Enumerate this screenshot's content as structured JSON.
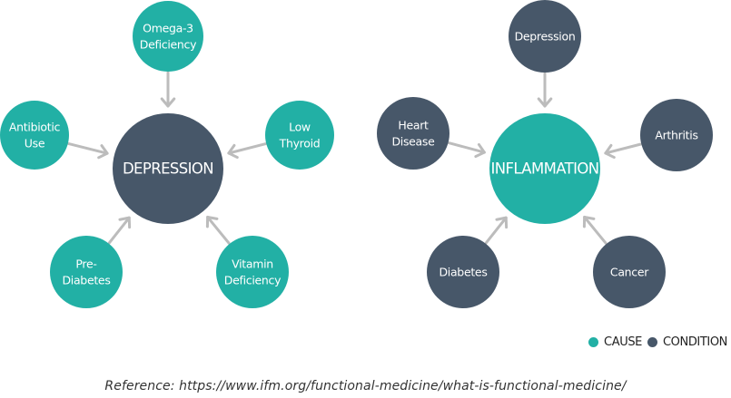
{
  "colors": {
    "cause": "#22b0a5",
    "condition": "#475769",
    "arrow": "#bcbcbc"
  },
  "diagrams": [
    {
      "center": {
        "label": "DEPRESSION",
        "type": "condition"
      },
      "nodes": [
        {
          "lines": [
            "Omega-3",
            "Deficiency"
          ],
          "type": "cause",
          "position": "top"
        },
        {
          "lines": [
            "Antibiotic",
            "Use"
          ],
          "type": "cause",
          "position": "left"
        },
        {
          "lines": [
            "Low",
            "Thyroid"
          ],
          "type": "cause",
          "position": "right"
        },
        {
          "lines": [
            "Pre-",
            "Diabetes"
          ],
          "type": "cause",
          "position": "bottom-left"
        },
        {
          "lines": [
            "Vitamin",
            "Deficiency"
          ],
          "type": "cause",
          "position": "bottom-right"
        }
      ]
    },
    {
      "center": {
        "label": "INFLAMMATION",
        "type": "cause"
      },
      "nodes": [
        {
          "lines": [
            "Depression"
          ],
          "type": "condition",
          "position": "top"
        },
        {
          "lines": [
            "Heart",
            "Disease"
          ],
          "type": "condition",
          "position": "left"
        },
        {
          "lines": [
            "Arthritis"
          ],
          "type": "condition",
          "position": "right"
        },
        {
          "lines": [
            "Diabetes"
          ],
          "type": "condition",
          "position": "bottom-left"
        },
        {
          "lines": [
            "Cancer"
          ],
          "type": "condition",
          "position": "bottom-right"
        }
      ]
    }
  ],
  "legend": {
    "cause_label": "CAUSE",
    "condition_label": "CONDITION"
  },
  "reference": "Reference: https://www.ifm.org/functional-medicine/what-is-functional-medicine/"
}
